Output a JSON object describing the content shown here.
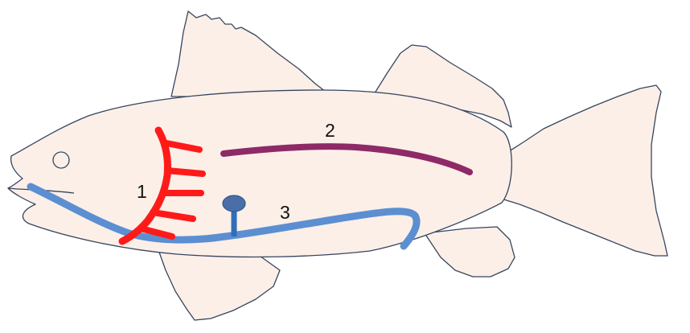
{
  "labels": {
    "one": "1",
    "two": "2",
    "three": "3"
  },
  "colors": {
    "body_fill": "#fcefe8",
    "outline": "#36455e",
    "structure_1": "#ff1a1a",
    "structure_2": "#8e2a67",
    "structure_3": "#5b8fd1",
    "connector": "#2e6fb8",
    "bulb": "#4a6fa8"
  }
}
